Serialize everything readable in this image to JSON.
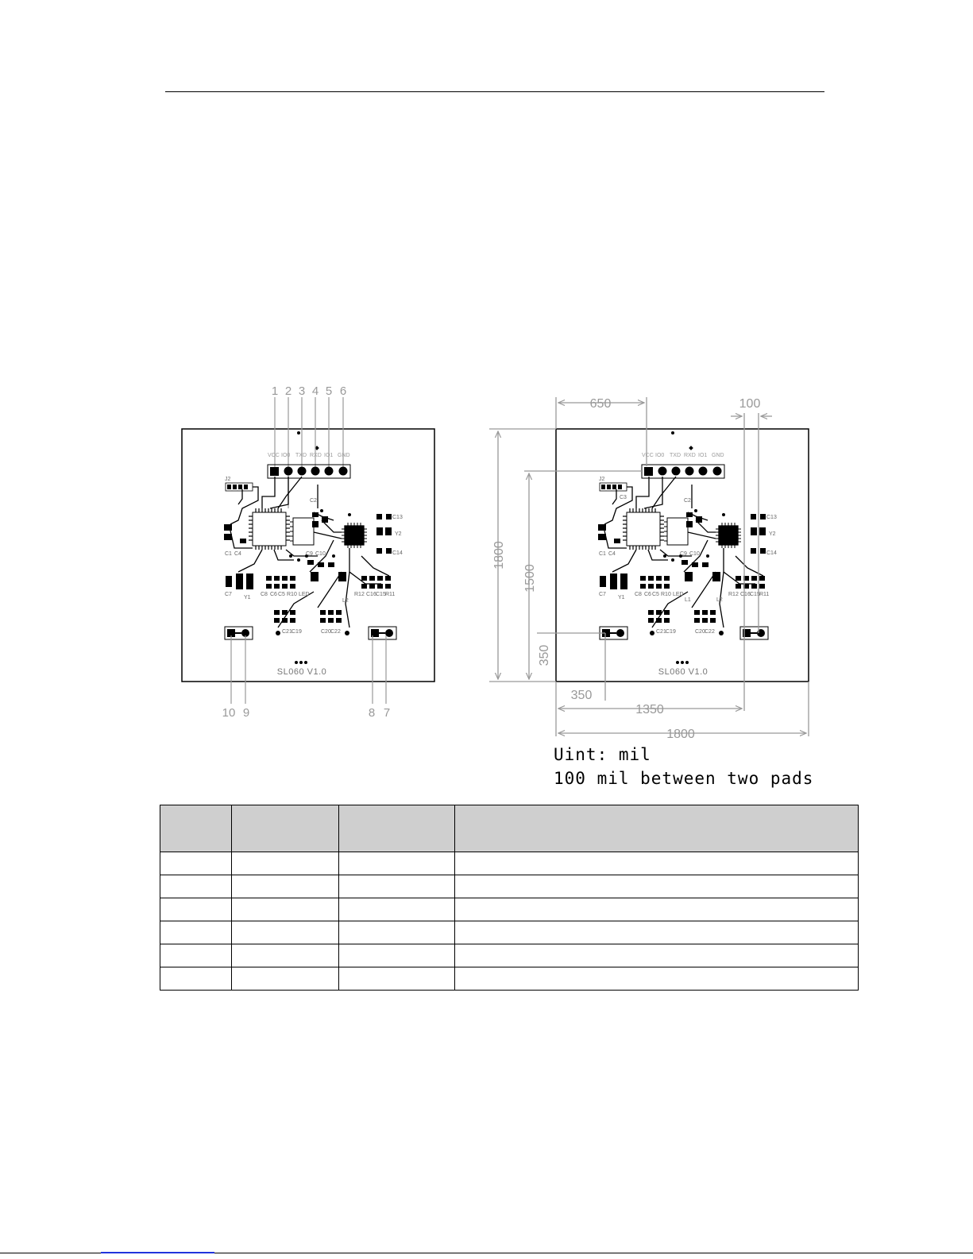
{
  "figure": {
    "left_board": {
      "pin_numbers_top": [
        "1",
        "2",
        "3",
        "4",
        "5",
        "6"
      ],
      "pin_numbers_bottom": [
        "10",
        "9",
        "8",
        "7"
      ],
      "header_labels": [
        "VCC",
        "IO0",
        "TXD",
        "RXD",
        "IO1",
        "GND"
      ],
      "silkscreen": "SL060 V1.0"
    },
    "right_board": {
      "header_labels": [
        "VCC",
        "IO0",
        "TXD",
        "RXD",
        "IO1",
        "GND"
      ],
      "silkscreen": "SL060 V1.0",
      "dimensions": [
        "650",
        "100",
        "1800",
        "1500",
        "350",
        "350",
        "1350",
        "1800"
      ]
    },
    "component_labels": [
      "J2",
      "C3",
      "C2",
      "C1",
      "C4",
      "C13",
      "Y2",
      "C14",
      "C7",
      "Y1",
      "C8",
      "C6",
      "C5",
      "R10",
      "LED",
      "C9",
      "C10",
      "R12",
      "C16",
      "C15",
      "R11",
      "L2",
      "C21",
      "C19",
      "C20",
      "C22",
      "L1",
      "R11"
    ]
  },
  "notes": {
    "unit": "Uint: mil",
    "pitch": "100 mil between two pads"
  },
  "pin_table": {
    "header": [
      "",
      "",
      "",
      ""
    ],
    "rows": [
      [
        "",
        "",
        "",
        ""
      ],
      [
        "",
        "",
        "",
        ""
      ],
      [
        "",
        "",
        "",
        ""
      ],
      [
        "",
        "",
        "",
        ""
      ],
      [
        "",
        "",
        "",
        ""
      ],
      [
        "",
        "",
        "",
        ""
      ]
    ]
  },
  "colors": {
    "board_outline": "#000000",
    "dimension_lines": "#999999",
    "silk_labels": "#888888",
    "header_fill": "#cfcfcf",
    "footer_link": "#2233dd"
  }
}
